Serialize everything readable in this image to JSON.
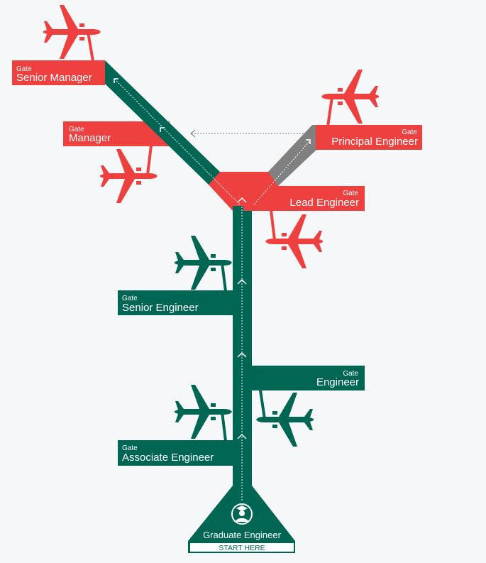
{
  "colors": {
    "green": "#006654",
    "red": "#ef4040",
    "grey": "#808080",
    "background": "#f5f7f9"
  },
  "gate_prefix": "Gate",
  "gates": {
    "senior_manager": {
      "gate": "Gate",
      "title": "Senior Manager"
    },
    "manager": {
      "gate": "Gate",
      "title": "Manager"
    },
    "principal_engineer": {
      "gate": "Gate",
      "title": "Principal Engineer"
    },
    "lead_engineer": {
      "gate": "Gate",
      "title": "Lead Engineer"
    },
    "senior_engineer": {
      "gate": "Gate",
      "title": "Senior Engineer"
    },
    "engineer": {
      "gate": "Gate",
      "title": "Engineer"
    },
    "associate_engineer": {
      "gate": "Gate",
      "title": "Associate Engineer"
    }
  },
  "start": {
    "title": "Graduate Engineer",
    "button": "START HERE",
    "icon": "graduate-icon"
  },
  "icons": {
    "plane": "airplane-icon",
    "arrow": "chevron-up-icon"
  }
}
